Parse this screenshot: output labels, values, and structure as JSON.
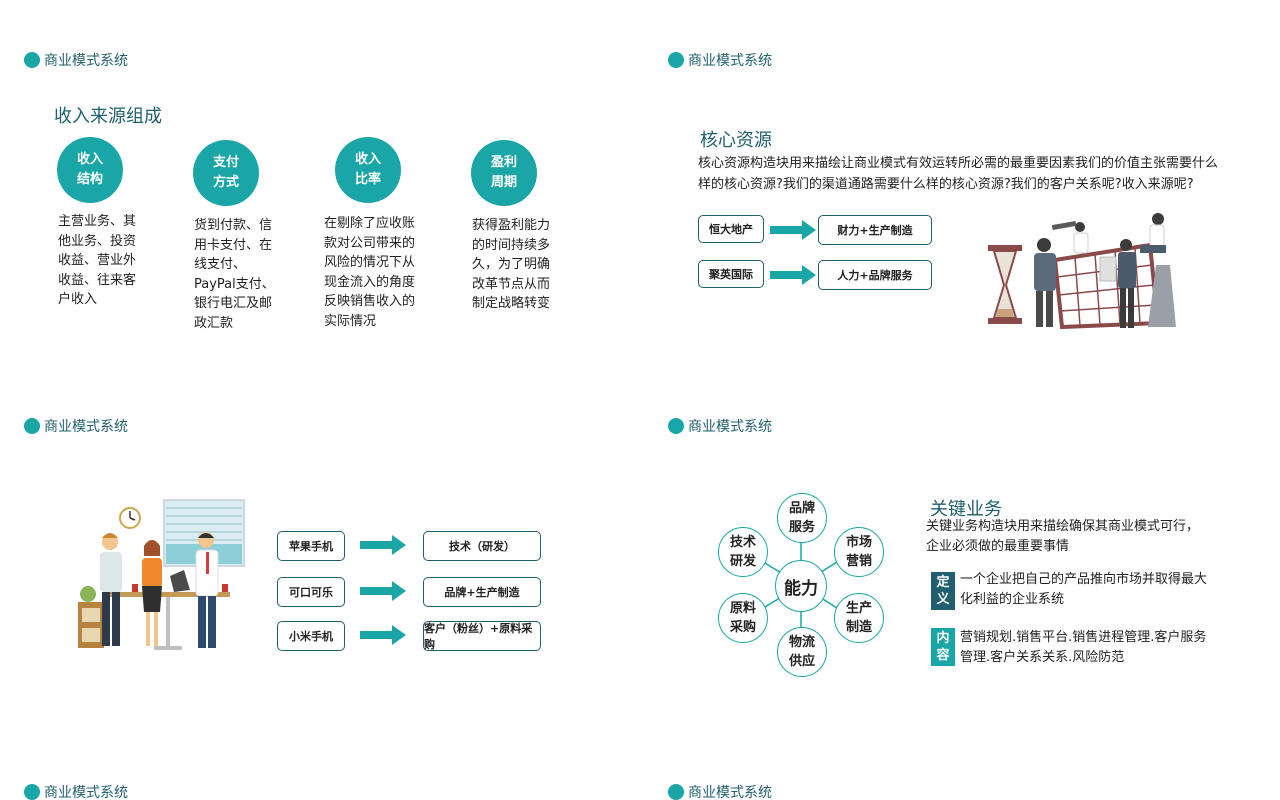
{
  "header_label": "商业模式系统",
  "revenue": {
    "title": "收入来源组成",
    "items": [
      {
        "label": "收入\n结构",
        "desc": "主营业务、其他业务、投资收益、营业外收益、往来客户收入"
      },
      {
        "label": "支付\n方式",
        "desc": "货到付款、信用卡支付、在线支付、PayPal支付、银行电汇及邮政汇款"
      },
      {
        "label": "收入\n比率",
        "desc": "在剔除了应收账款对公司带来的风险的情况下从现金流入的角度反映销售收入的实际情况"
      },
      {
        "label": "盈利\n周期",
        "desc": "获得盈利能力的时间持续多久，为了明确改革节点从而制定战略转变"
      }
    ]
  },
  "core_resources": {
    "title": "核心资源",
    "desc": "核心资源构造块用来描绘让商业模式有效运转所必需的最重要因素我们的价值主张需要什么样的核心资源?我们的渠道通路需要什么样的核心资源?我们的客户关系呢?收入来源呢?",
    "rows": [
      {
        "left": "恒大地产",
        "right": "财力+生产制造"
      },
      {
        "left": "聚英国际",
        "right": "人力+品牌服务"
      }
    ]
  },
  "brands": {
    "rows": [
      {
        "left": "苹果手机",
        "right": "技术（研发）"
      },
      {
        "left": "可口可乐",
        "right": "品牌+生产制造"
      },
      {
        "left": "小米手机",
        "right": "客户（粉丝）+原料采购"
      }
    ]
  },
  "key_business": {
    "title": "关键业务",
    "desc": "关键业务构造块用来描绘确保其商业模式可行，企业必须做的最重要事情",
    "def_tag": "定\n义",
    "def_text": "一个企业把自己的产品推向市场并取得最大化利益的企业系统",
    "content_tag": "内\n容",
    "content_text": "营销规划.销售平台.销售进程管理.客户服务管理.客户关系关系.风险防范",
    "center": "能力",
    "capabilities": [
      "品牌\n服务",
      "市场\n营销",
      "生产\n制造",
      "物流\n供应",
      "原料\n采购",
      "技术\n研发"
    ]
  },
  "colors": {
    "teal": "#1aa6a6",
    "dark_teal": "#1f5f6f"
  }
}
